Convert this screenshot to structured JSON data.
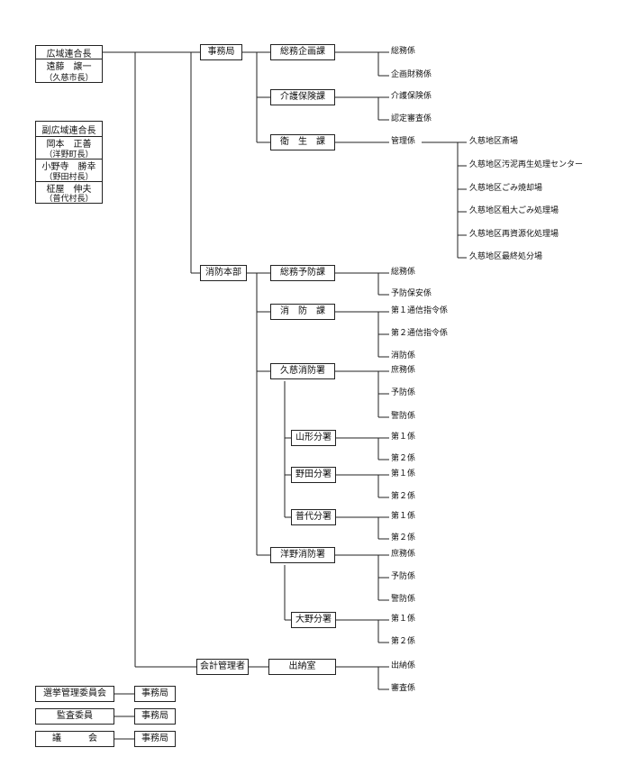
{
  "leader": {
    "title": "広域連合長",
    "name": "遠藤　譲一",
    "role": "（久慈市長）"
  },
  "vice": {
    "title": "副広域連合長",
    "members": [
      {
        "name": "岡本　正善",
        "role": "（洋野町長）"
      },
      {
        "name": "小野寺　勝幸",
        "role": "（野田村長）"
      },
      {
        "name": "柾屋　伸夫",
        "role": "（普代村長）"
      }
    ]
  },
  "units": {
    "jimukyoku": "事務局",
    "shoubou_honbu": "消防本部",
    "kaikei": "会計管理者",
    "soumu_kikaku": "総務企画課",
    "kaigo_hoken": "介護保険課",
    "eisei": "衛　生　課",
    "soumu_yobou": "総務予防課",
    "shoubou_ka": "消　防　課",
    "kuji_shoubou": "久慈消防署",
    "yamagata": "山形分署",
    "noda": "野田分署",
    "fudai": "普代分署",
    "hirono_shoubou": "洋野消防署",
    "ono": "大野分署",
    "suitou": "出納室"
  },
  "sections": {
    "soumu": "総務係",
    "kikaku_zaimu": "企画財務係",
    "kaigo_hoken_kakari": "介護保険係",
    "nintei_shinsa": "認定審査係",
    "kanri": "管理係",
    "yobou_hoan": "予防保安係",
    "tsushin1": "第１通信指令係",
    "tsushin2": "第２通信指令係",
    "shoubou_kakari": "消防係",
    "shomu": "庶務係",
    "yobou": "予防係",
    "keibou": "警防係",
    "kakari1": "第１係",
    "kakari2": "第２係",
    "suitou_kakari": "出納係",
    "shinsa": "審査係"
  },
  "facilities": [
    "久慈地区斎場",
    "久慈地区汚泥再生処理センター",
    "久慈地区ごみ焼却場",
    "久慈地区粗大ごみ処理場",
    "久慈地区再資源化処理場",
    "久慈地区最終処分場"
  ],
  "committees": [
    {
      "name": "選挙管理委員会",
      "office": "事務局"
    },
    {
      "name": "監査委員",
      "office": "事務局"
    },
    {
      "name": "議　　　会",
      "office": "事務局"
    }
  ]
}
